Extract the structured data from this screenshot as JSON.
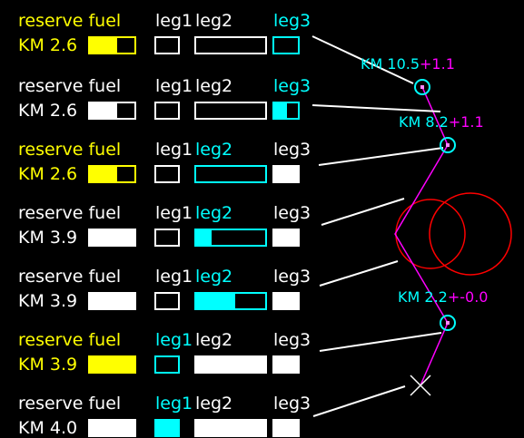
{
  "colors": {
    "white": "#ffffff",
    "yellow": "#ffff00",
    "cyan": "#00ffff",
    "magenta": "#ff00ff",
    "red": "#ff0000",
    "background": "#000000"
  },
  "rows": [
    {
      "reserve_label": "reserve fuel",
      "km_label": "KM 2.6",
      "reserve_color": "#ffff00",
      "reserve_fill": 0.62,
      "legs": [
        {
          "label": "leg1",
          "color": "#ffffff",
          "fill": 0
        },
        {
          "label": "leg2",
          "color": "#ffffff",
          "fill": 0
        },
        {
          "label": "leg3",
          "color": "#00ffff",
          "fill": 0
        }
      ]
    },
    {
      "reserve_label": "reserve fuel",
      "km_label": "KM 2.6",
      "reserve_color": "#ffffff",
      "reserve_fill": 0.62,
      "legs": [
        {
          "label": "leg1",
          "color": "#ffffff",
          "fill": 0
        },
        {
          "label": "leg2",
          "color": "#ffffff",
          "fill": 0
        },
        {
          "label": "leg3",
          "color": "#00ffff",
          "fill": 0.55
        }
      ]
    },
    {
      "reserve_label": "reserve fuel",
      "km_label": "KM 2.6",
      "reserve_color": "#ffff00",
      "reserve_fill": 0.62,
      "legs": [
        {
          "label": "leg1",
          "color": "#ffffff",
          "fill": 0
        },
        {
          "label": "leg2",
          "color": "#00ffff",
          "fill": 0
        },
        {
          "label": "leg3",
          "color": "#ffffff",
          "fill": 1
        }
      ]
    },
    {
      "reserve_label": "reserve fuel",
      "km_label": "KM 3.9",
      "reserve_color": "#ffffff",
      "reserve_fill": 1,
      "legs": [
        {
          "label": "leg1",
          "color": "#ffffff",
          "fill": 0
        },
        {
          "label": "leg2",
          "color": "#00ffff",
          "fill": 0.22
        },
        {
          "label": "leg3",
          "color": "#ffffff",
          "fill": 1
        }
      ]
    },
    {
      "reserve_label": "reserve fuel",
      "km_label": "KM 3.9",
      "reserve_color": "#ffffff",
      "reserve_fill": 1,
      "legs": [
        {
          "label": "leg1",
          "color": "#ffffff",
          "fill": 0
        },
        {
          "label": "leg2",
          "color": "#00ffff",
          "fill": 0.57
        },
        {
          "label": "leg3",
          "color": "#ffffff",
          "fill": 1
        }
      ]
    },
    {
      "reserve_label": "reserve fuel",
      "km_label": "KM 3.9",
      "reserve_color": "#ffff00",
      "reserve_fill": 1,
      "legs": [
        {
          "label": "leg1",
          "color": "#00ffff",
          "fill": 0
        },
        {
          "label": "leg2",
          "color": "#ffffff",
          "fill": 1
        },
        {
          "label": "leg3",
          "color": "#ffffff",
          "fill": 1
        }
      ]
    },
    {
      "reserve_label": "reserve fuel",
      "km_label": "KM 4.0",
      "reserve_color": "#ffffff",
      "reserve_fill": 1,
      "legs": [
        {
          "label": "leg1",
          "color": "#00ffff",
          "fill": 1
        },
        {
          "label": "leg2",
          "color": "#ffffff",
          "fill": 1
        },
        {
          "label": "leg3",
          "color": "#ffffff",
          "fill": 1
        }
      ]
    }
  ],
  "waypoints": [
    {
      "km": "KM 10.5",
      "offset": "+1.1"
    },
    {
      "km": "KM 8.2",
      "offset": "+1.1"
    },
    {
      "km": "KM 2.2",
      "offset": "+-0.0"
    }
  ]
}
